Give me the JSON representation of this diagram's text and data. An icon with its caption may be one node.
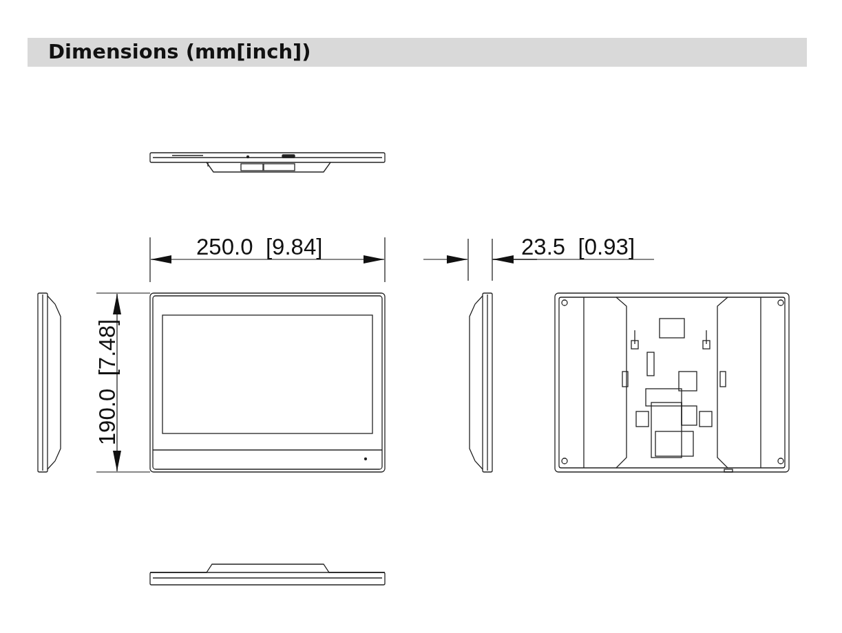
{
  "diagram": {
    "title": "Dimensions (mm[inch])",
    "labels": [
      "250.0  [9.84]",
      "23.5  [0.93]",
      "190.0  [7.48]"
    ]
  }
}
